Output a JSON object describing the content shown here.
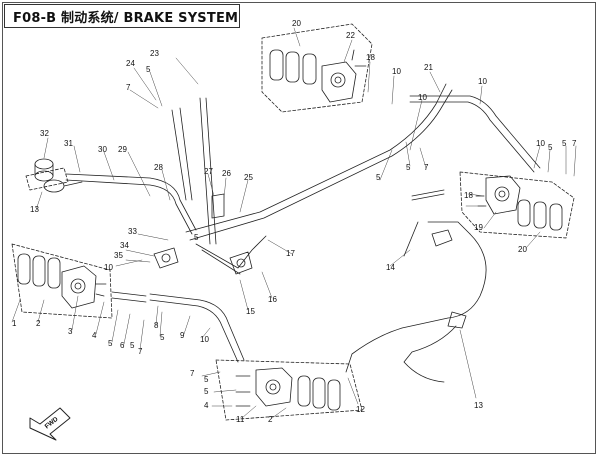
{
  "title": "F08-B 制动系统/ BRAKE SYSTEM",
  "direction_label": "FWD",
  "callouts": [
    "1",
    "2",
    "3",
    "4",
    "5",
    "6",
    "7",
    "8",
    "9",
    "10",
    "11",
    "12",
    "13",
    "14",
    "15",
    "16",
    "17",
    "18",
    "19",
    "20",
    "21",
    "22",
    "23",
    "24",
    "25",
    "26",
    "27",
    "28",
    "29",
    "30",
    "31",
    "32",
    "33",
    "34",
    "35"
  ],
  "colors": {
    "line": "#222222",
    "frame": "#555555",
    "background": "#ffffff"
  }
}
